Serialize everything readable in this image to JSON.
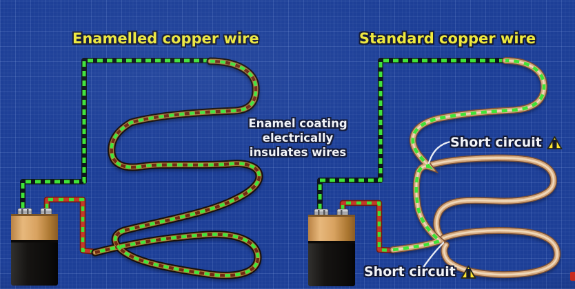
{
  "header": {
    "left_title": "Enamelled copper wire",
    "right_title": "Standard copper wire"
  },
  "annotation": {
    "lines": [
      "Enamel coating",
      "electrically",
      "insulates wires"
    ]
  },
  "warnings": {
    "top_label": "Short circuit",
    "bottom_label": "Short circuit",
    "glyph": "!"
  },
  "components": {
    "left_battery": "9V battery",
    "right_battery": "9V battery",
    "current_indicator": "green moving dashes",
    "return_wire": "red wire from positive terminal"
  },
  "colors": {
    "background_blue": "#1d3f97",
    "grid_line": "#96b4f0",
    "current_green": "#3fe437",
    "circuit_backing": "#0e151c",
    "return_red": "#c43a28",
    "enamel_dark": "#17100a",
    "enamelled_copper": "#d3a05c",
    "enamel_dash_red": "#6e2b12",
    "standard_copper": "#d7ab80",
    "standard_copper_edge": "#7d5134",
    "title_yellow": "#efe93c",
    "label_white": "#f2f4f8",
    "warning_yellow": "#ffe62e"
  }
}
